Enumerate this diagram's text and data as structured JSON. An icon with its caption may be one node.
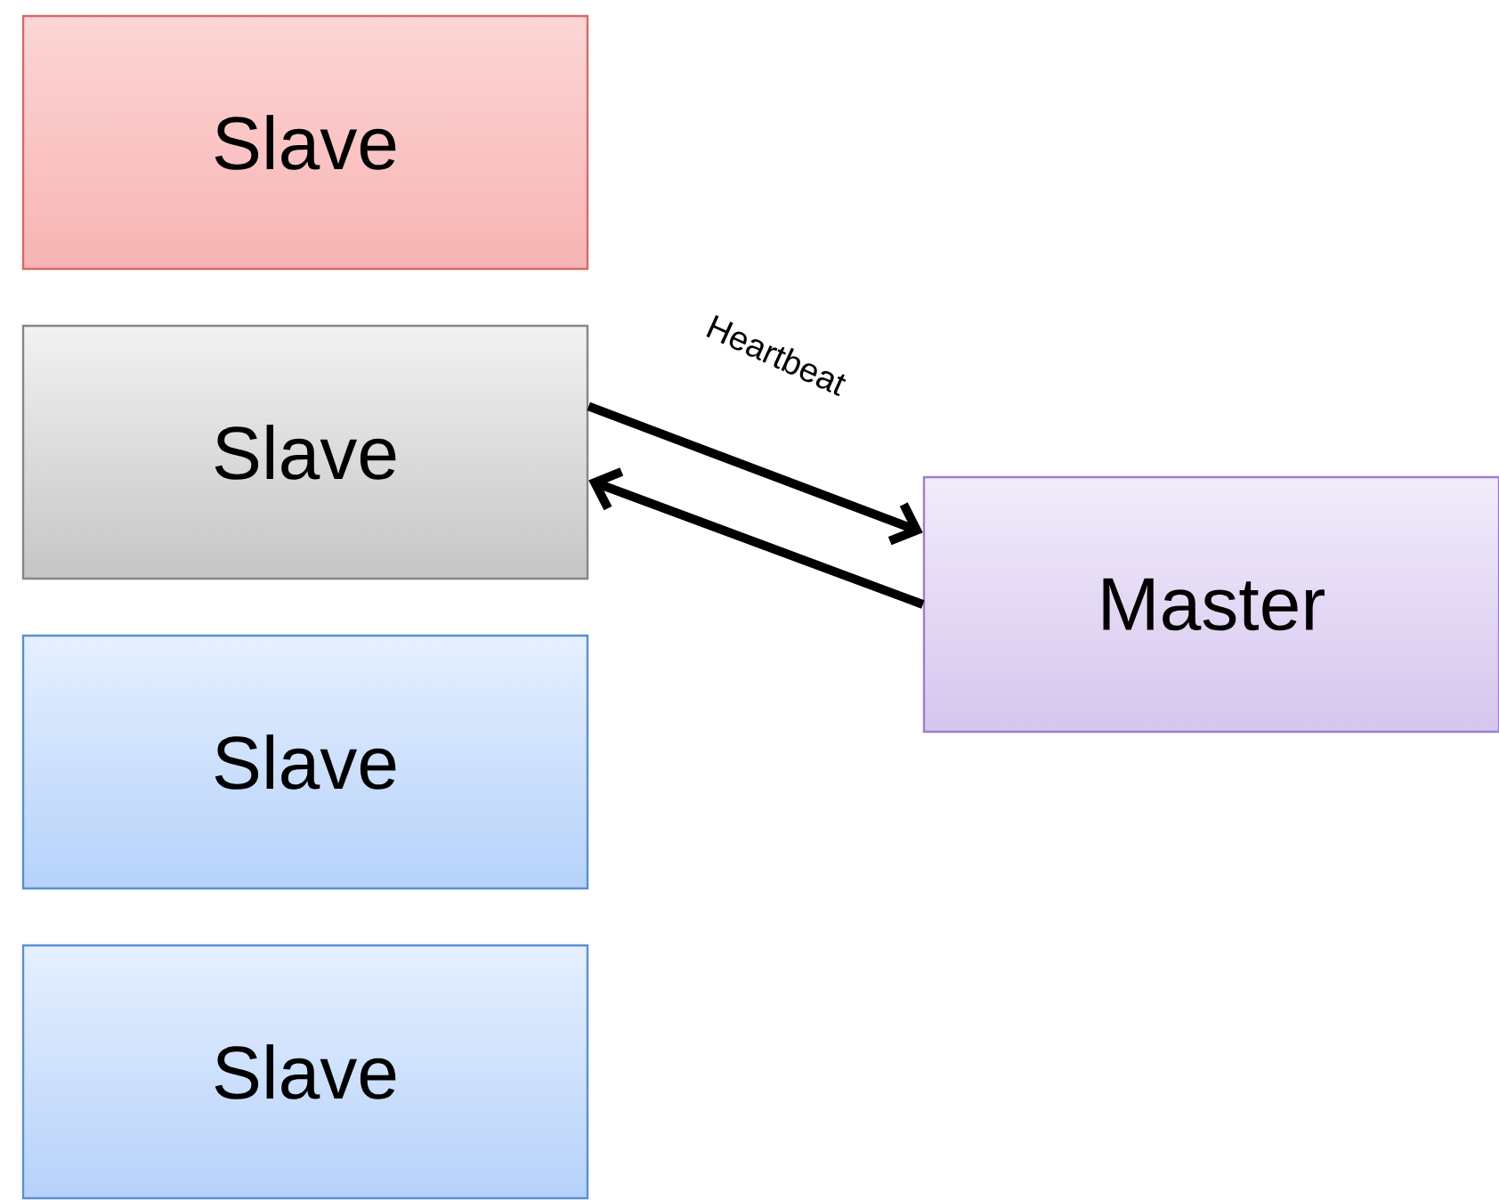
{
  "diagram": {
    "nodes": [
      {
        "text": [
          "Slave"
        ]
      },
      {
        "text": [
          "Slave"
        ]
      },
      {
        "text": [
          "Slave"
        ]
      },
      {
        "text": [
          "Slave"
        ]
      },
      {
        "text": [
          "Master"
        ]
      }
    ],
    "edges": [
      {
        "from": 1,
        "to": 4,
        "arrow": "to",
        "label": "Heartbeat"
      },
      {
        "from": 4,
        "to": 1,
        "arrow": "to"
      }
    ]
  }
}
